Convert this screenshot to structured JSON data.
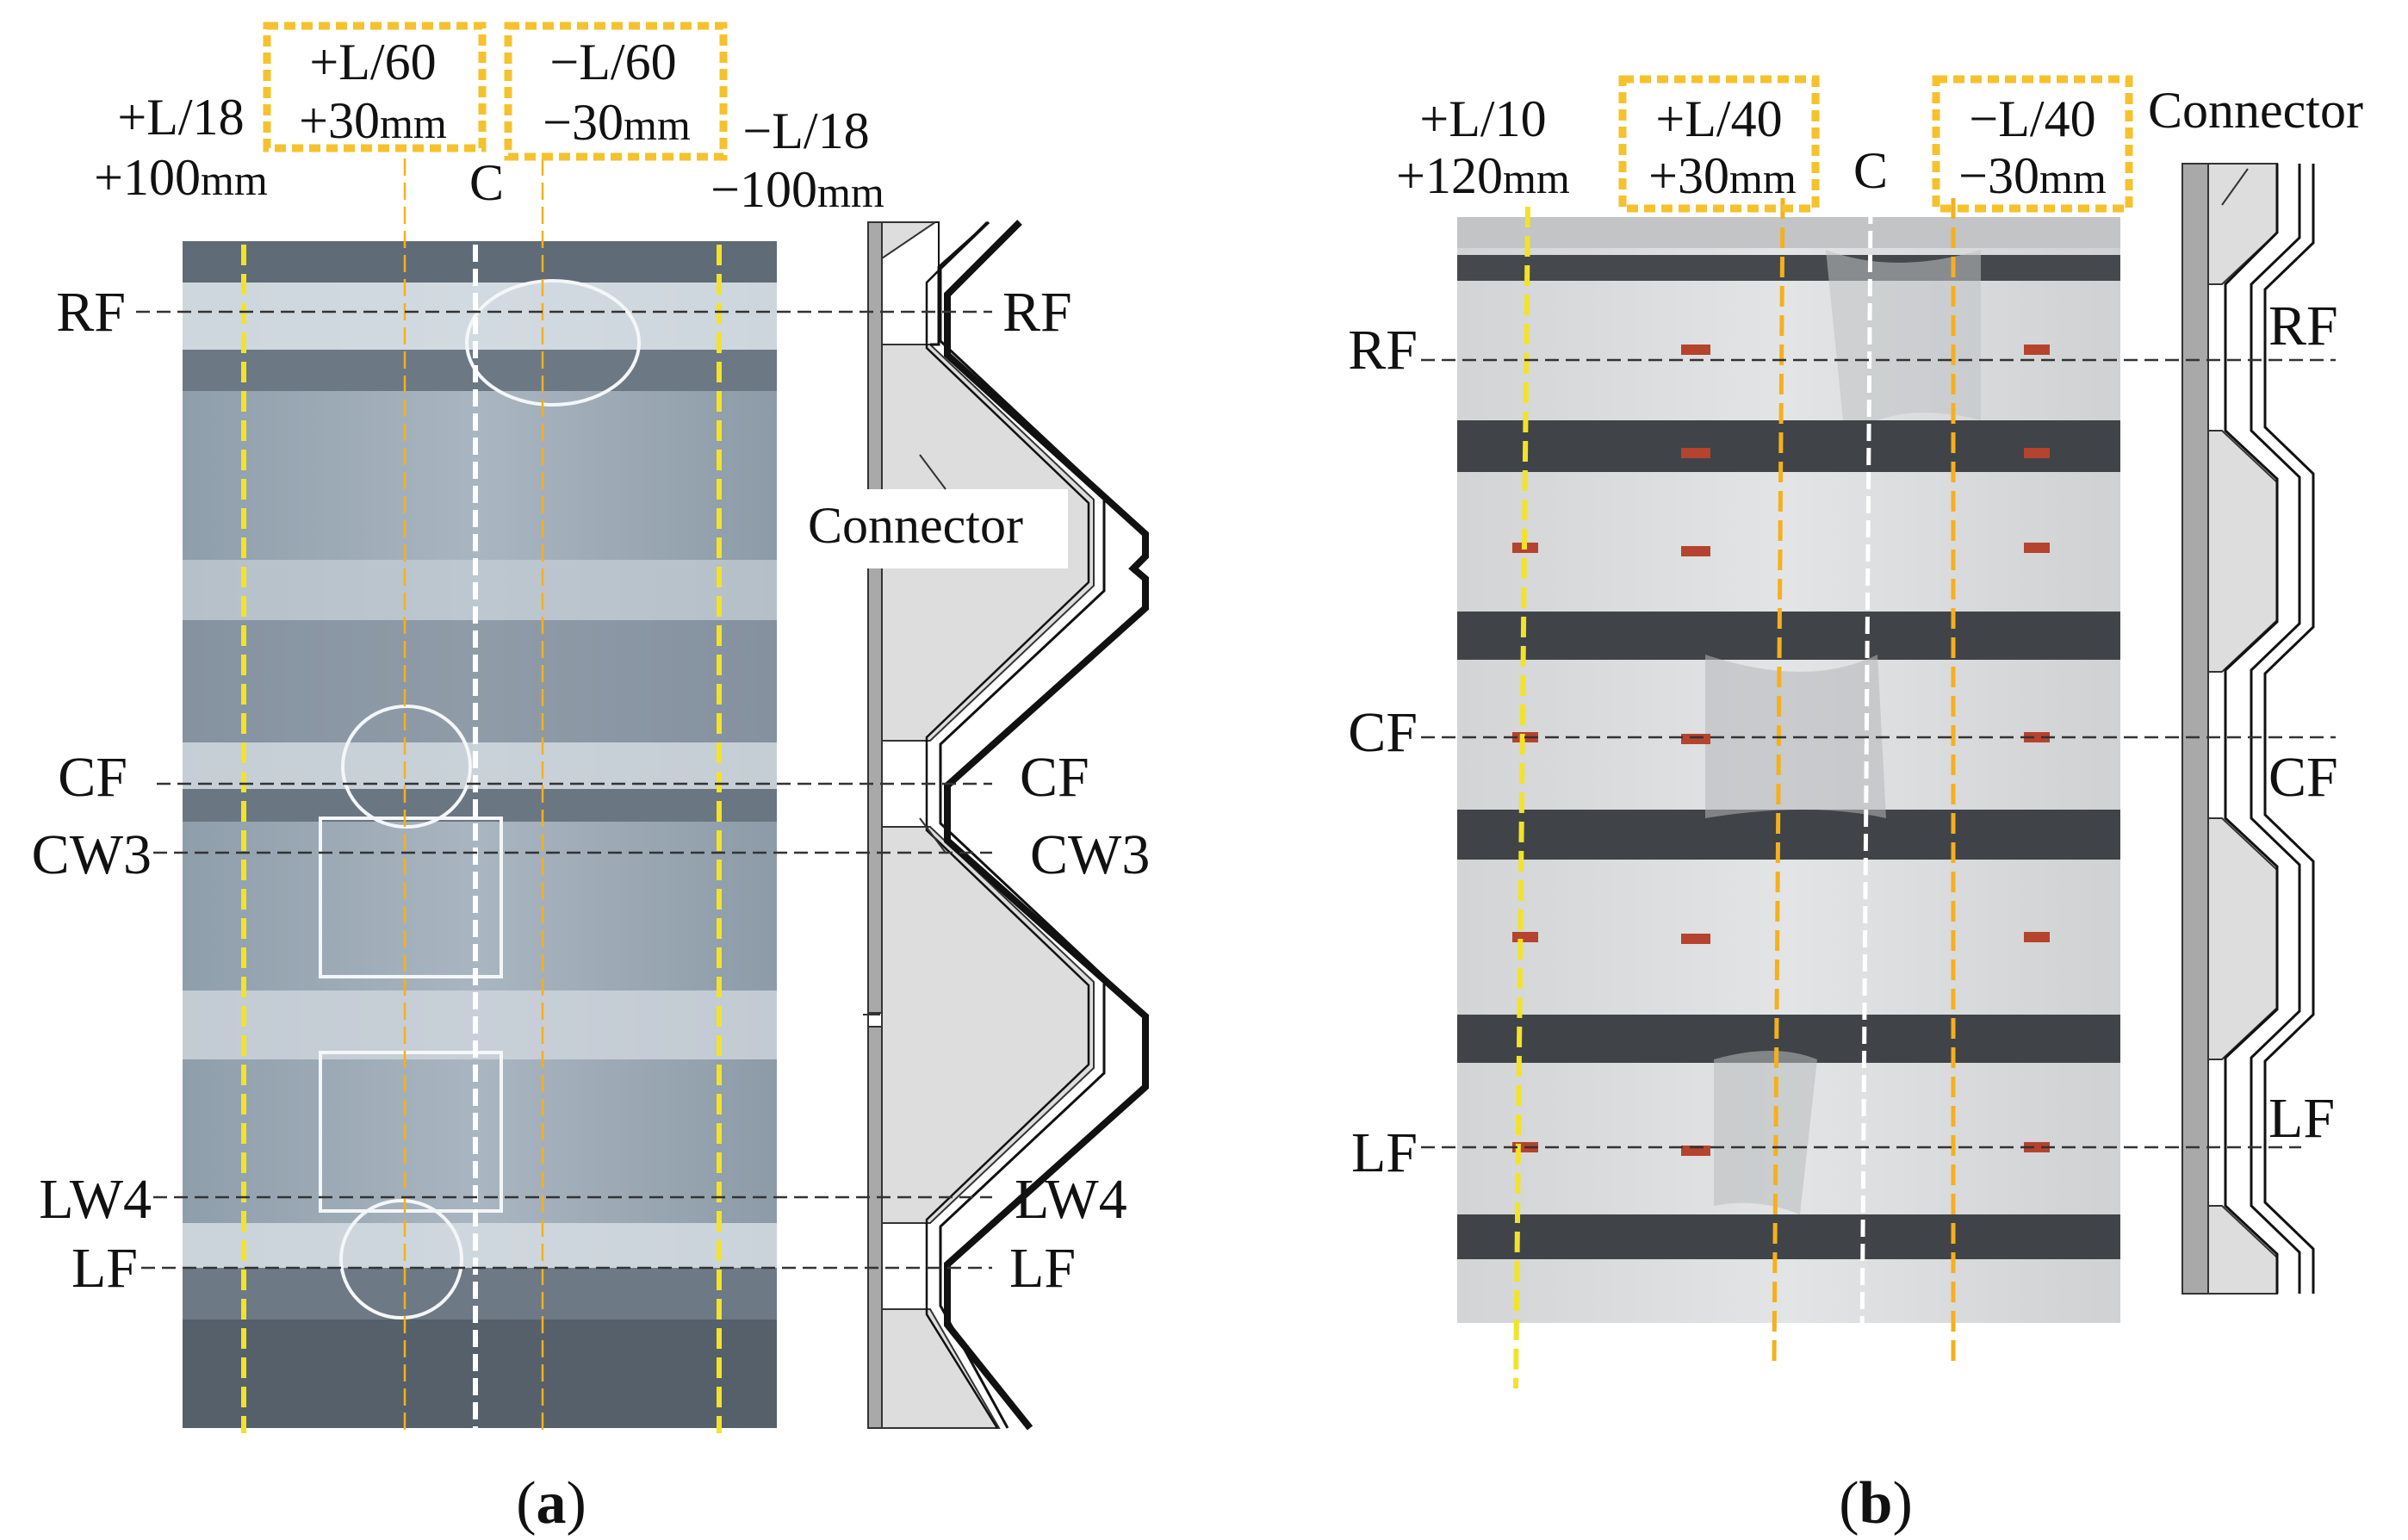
{
  "colors": {
    "yellow": "#f2e32a",
    "orange": "#f5b01e",
    "orange_box": "#f5c22e",
    "white_line": "#ffffff",
    "dash": "#333333",
    "panel_a": "#9aa7b3",
    "panel_b": "#d6d8da",
    "stripe_dark": "#404448",
    "connector_fill": "#dddddd"
  },
  "panel_a": {
    "caption": {
      "open": "(",
      "letter": "a",
      "close": ")"
    },
    "top_labels": {
      "p18": {
        "line1": "+L/18",
        "line2_num": "+100",
        "line2_unit": "mm"
      },
      "p60": {
        "line1": "+L/60",
        "line2_num": "+30",
        "line2_unit": "mm"
      },
      "c": "C",
      "m60": {
        "line1": "−L/60",
        "line2_num": "−30",
        "line2_unit": "mm"
      },
      "m18": {
        "line1": "−L/18",
        "line2_num": "−100",
        "line2_unit": "mm"
      }
    },
    "left_labels": [
      "RF",
      "CF",
      "CW3",
      "LW4",
      "LF"
    ],
    "right_labels": [
      "RF",
      "CF",
      "CW3",
      "LW4",
      "LF"
    ],
    "connector_label": "Connector"
  },
  "panel_b": {
    "caption": {
      "open": "(",
      "letter": "b",
      "close": ")"
    },
    "top_labels": {
      "p10": {
        "line1": "+L/10",
        "line2_num": "+120",
        "line2_unit": "mm"
      },
      "p40": {
        "line1": "+L/40",
        "line2_num": "+30",
        "line2_unit": "mm"
      },
      "c": "C",
      "m40": {
        "line1": "−L/40",
        "line2_num": "−30",
        "line2_unit": "mm"
      }
    },
    "left_labels": [
      "RF",
      "CF",
      "LF"
    ],
    "right_labels": [
      "RF",
      "CF",
      "LF"
    ],
    "connector_label": "Connector"
  }
}
